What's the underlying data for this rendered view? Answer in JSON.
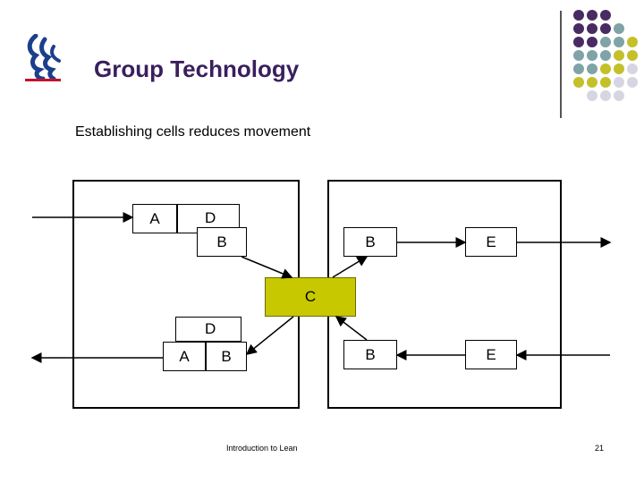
{
  "slide": {
    "title": "Group Technology",
    "subtitle": "Establishing cells reduces movement",
    "footer": "Introduction to Lean",
    "page_number": "21"
  },
  "diagram": {
    "left_cell": {
      "top_row": [
        "A",
        "D",
        "B"
      ],
      "bottom_row": [
        "D",
        "A",
        "B"
      ]
    },
    "center": "C",
    "right_cell": {
      "top_row": [
        "B",
        "E"
      ],
      "bottom_row": [
        "B",
        "E"
      ]
    }
  },
  "colors": {
    "title": "#3a1f5d",
    "center_fill": "#c8c800",
    "logo_blue": "#1b3f8c",
    "logo_red": "#c8102e",
    "dot_purple": "#4a2a63",
    "dot_teal": "#7fa3a6",
    "dot_yellow": "#c4c02a",
    "dot_gray": "#d6d6e2"
  }
}
